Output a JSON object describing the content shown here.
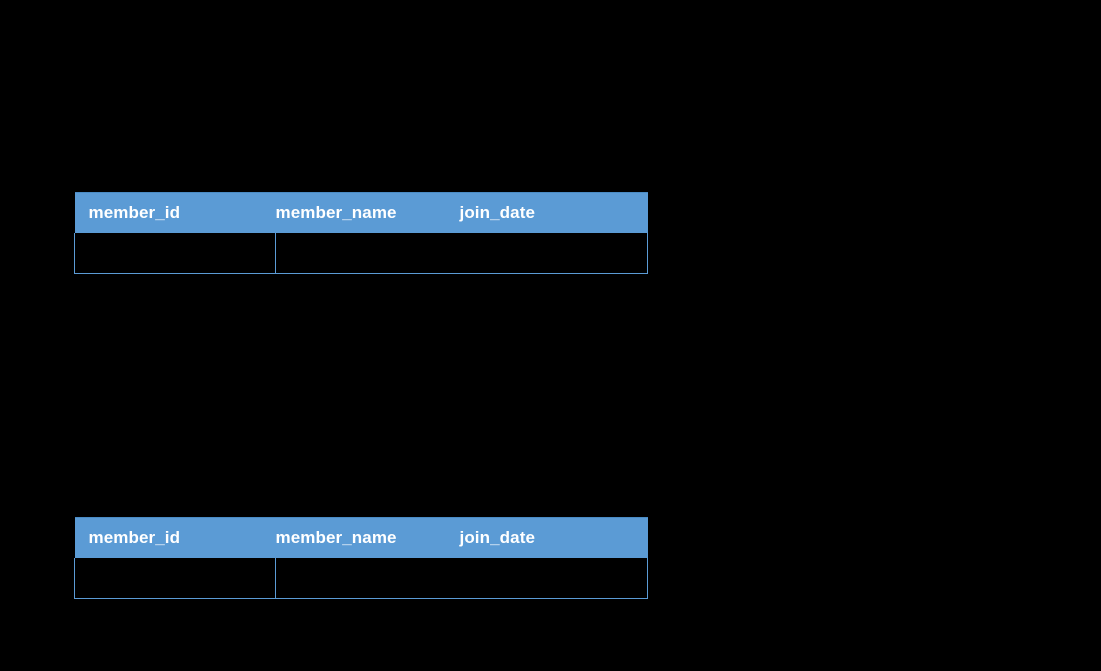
{
  "page": {
    "background_color": "#000000",
    "accent_color": "#5B9BD5",
    "header_text_color": "#FFFFFF",
    "border_color": "#5B9BD5"
  },
  "tables": [
    {
      "id": "members-top",
      "name": "member-result-table-top",
      "columns": [
        "member_id",
        "member_name",
        "join_date"
      ],
      "rows": [
        [
          "",
          "",
          ""
        ]
      ]
    },
    {
      "id": "members-bottom",
      "name": "member-result-table-bottom",
      "columns": [
        "member_id",
        "member_name",
        "join_date"
      ],
      "rows": [
        [
          "",
          "",
          ""
        ]
      ]
    }
  ]
}
